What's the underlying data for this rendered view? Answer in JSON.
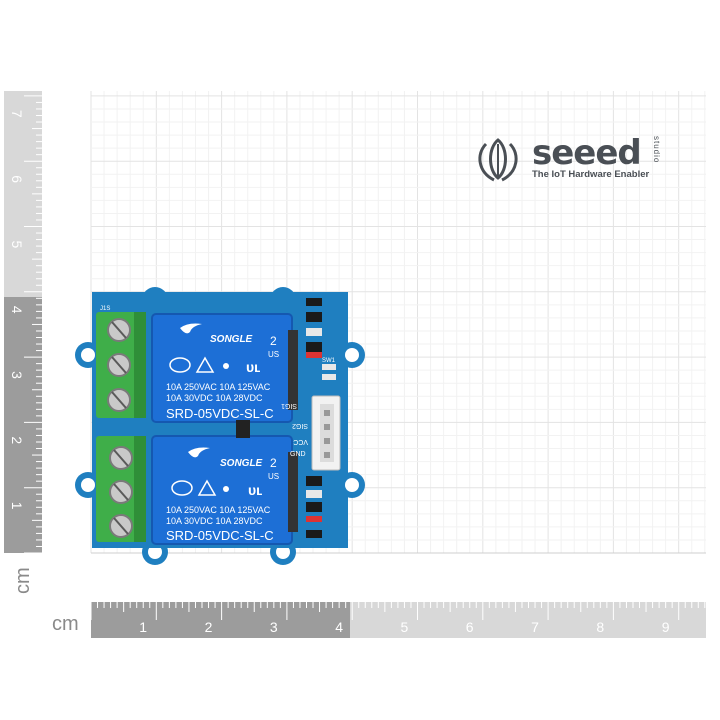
{
  "logo": {
    "brand": "seeed",
    "studio": "studio",
    "tagline": "The IoT Hardware Enabler"
  },
  "ruler": {
    "unit_x": "cm",
    "unit_y": "cm",
    "x_ticks": [
      "1",
      "2",
      "3",
      "4",
      "5",
      "6",
      "7",
      "8",
      "9"
    ],
    "y_ticks": [
      "1",
      "2",
      "3",
      "4",
      "5",
      "6",
      "7"
    ]
  },
  "board": {
    "relay_brand": "SONGLE",
    "relay_line1": "10A 250VAC  10A 125VAC",
    "relay_line2": "10A  30VDC   10A  28VDC",
    "relay_model": "SRD-05VDC-SL-C",
    "cert": "2",
    "cert_sub": "US",
    "silk_sig1": "SIG1",
    "silk_sig2": "SIG2",
    "silk_vcc": "VCC",
    "silk_gnd": "GND",
    "silk_j1": "J1S",
    "silk_sw": "SW1"
  },
  "colors": {
    "pcb": "#1f7fc0",
    "relay": "#1d6fd6",
    "terminal": "#3fae49",
    "ruler_dark": "#9a9a9a",
    "ruler_light": "#d6d6d6",
    "grid": "#e6e6e6"
  }
}
